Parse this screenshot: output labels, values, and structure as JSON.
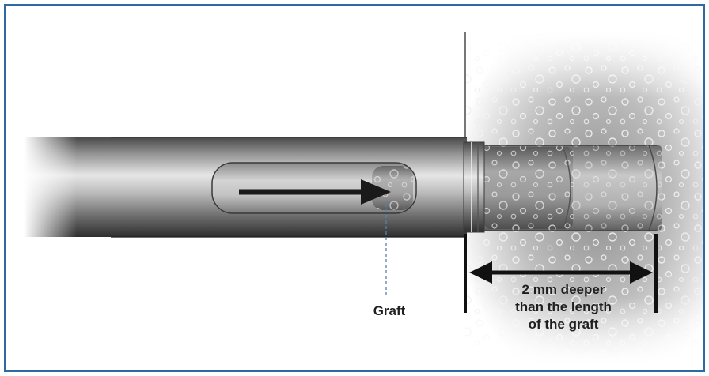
{
  "labels": {
    "graft": "Graft",
    "depth_line1": "2 mm deeper",
    "depth_line2": "than the length",
    "depth_line3": "of the graft"
  },
  "colors": {
    "frame_border": "#2f6aa3",
    "arrow": "#1a1a1a",
    "bone_gray": "#b8b8b8",
    "tube_dark": "#3c3c3c",
    "tube_light": "#d9d9d9"
  }
}
